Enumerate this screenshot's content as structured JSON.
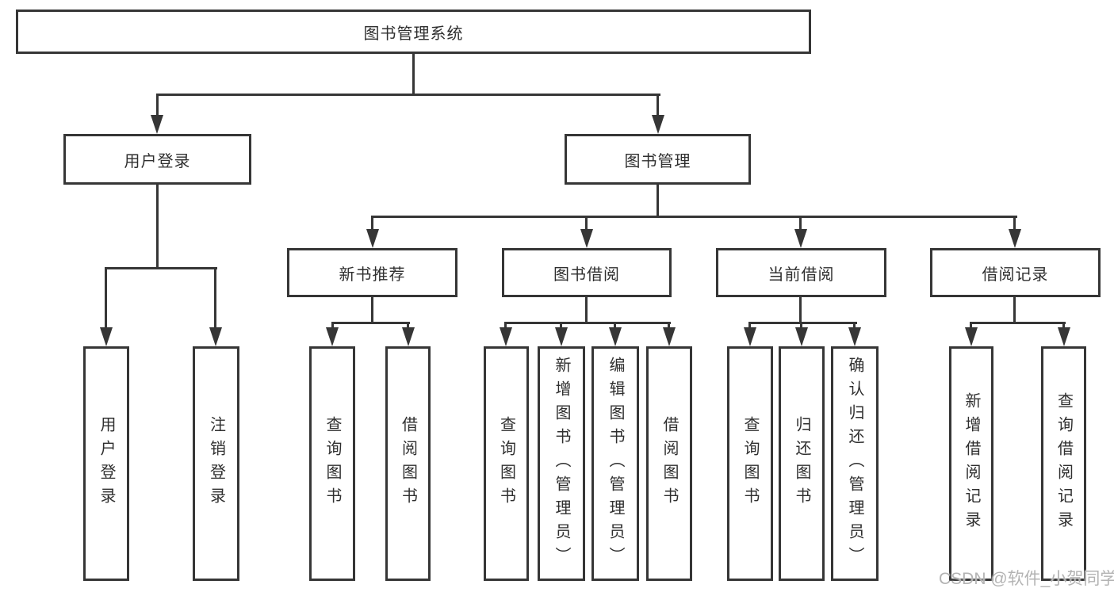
{
  "tree": {
    "root": {
      "label": "图书管理系统",
      "children": [
        {
          "label": "用户登录",
          "children": [
            {
              "label": "用户登录"
            },
            {
              "label": "注销登录"
            }
          ]
        },
        {
          "label": "图书管理",
          "children": [
            {
              "label": "新书推荐",
              "children": [
                {
                  "label": "查询图书"
                },
                {
                  "label": "借阅图书"
                }
              ]
            },
            {
              "label": "图书借阅",
              "children": [
                {
                  "label": "查询图书"
                },
                {
                  "label": "新增图书（管理员）"
                },
                {
                  "label": "编辑图书（管理员）"
                },
                {
                  "label": "借阅图书"
                }
              ]
            },
            {
              "label": "当前借阅",
              "children": [
                {
                  "label": "查询图书"
                },
                {
                  "label": "归还图书"
                },
                {
                  "label": "确认归还（管理员）"
                }
              ]
            },
            {
              "label": "借阅记录",
              "children": [
                {
                  "label": "新增借阅记录"
                },
                {
                  "label": "查询借阅记录"
                }
              ]
            }
          ]
        }
      ]
    }
  },
  "watermark": {
    "text": "CSDN @软件_小贺同学"
  },
  "colors": {
    "line": "#363636",
    "text": "#2f2f2f",
    "watermark": "#b3b3b3",
    "background": "#ffffff"
  }
}
